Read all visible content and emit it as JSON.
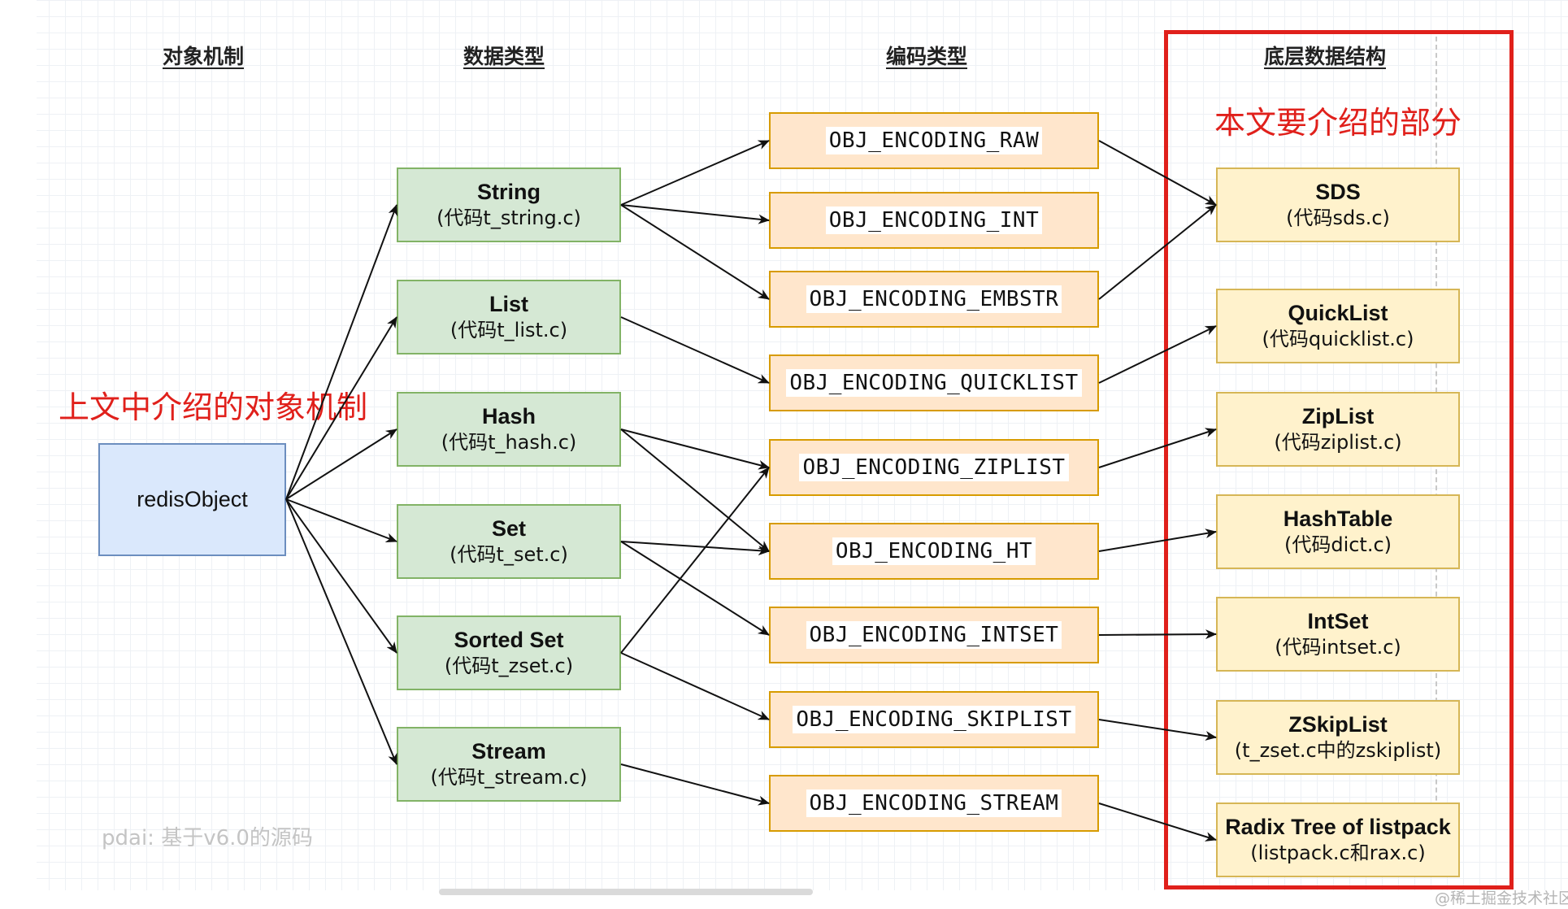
{
  "column_headers": {
    "object": "对象机制",
    "data_type": "数据类型",
    "encoding": "编码类型",
    "structure": "底层数据结构"
  },
  "notes": {
    "object_mechanism": "上文中介绍的对象机制",
    "this_article": "本文要介绍的部分"
  },
  "redis_object": {
    "label": "redisObject"
  },
  "data_types": [
    {
      "id": "string",
      "name": "String",
      "source": "(代码t_string.c)"
    },
    {
      "id": "list",
      "name": "List",
      "source": "(代码t_list.c)"
    },
    {
      "id": "hash",
      "name": "Hash",
      "source": "(代码t_hash.c)"
    },
    {
      "id": "set",
      "name": "Set",
      "source": "(代码t_set.c)"
    },
    {
      "id": "zset",
      "name": "Sorted Set",
      "source": "(代码t_zset.c)"
    },
    {
      "id": "stream",
      "name": "Stream",
      "source": "(代码t_stream.c)"
    }
  ],
  "encodings": [
    {
      "id": "raw",
      "label": "OBJ_ENCODING_RAW"
    },
    {
      "id": "int",
      "label": "OBJ_ENCODING_INT"
    },
    {
      "id": "embstr",
      "label": "OBJ_ENCODING_EMBSTR"
    },
    {
      "id": "quicklist",
      "label": "OBJ_ENCODING_QUICKLIST"
    },
    {
      "id": "ziplist",
      "label": "OBJ_ENCODING_ZIPLIST"
    },
    {
      "id": "ht",
      "label": "OBJ_ENCODING_HT"
    },
    {
      "id": "intset",
      "label": "OBJ_ENCODING_INTSET"
    },
    {
      "id": "skiplist",
      "label": "OBJ_ENCODING_SKIPLIST"
    },
    {
      "id": "stream",
      "label": "OBJ_ENCODING_STREAM"
    }
  ],
  "structures": [
    {
      "id": "sds",
      "name": "SDS",
      "source": "(代码sds.c)"
    },
    {
      "id": "quicklist",
      "name": "QuickList",
      "source": "(代码quicklist.c)"
    },
    {
      "id": "ziplist",
      "name": "ZipList",
      "source": "(代码ziplist.c)"
    },
    {
      "id": "hashtable",
      "name": "HashTable",
      "source": "(代码dict.c)"
    },
    {
      "id": "intset",
      "name": "IntSet",
      "source": "(代码intset.c)"
    },
    {
      "id": "zskiplist",
      "name": "ZSkipList",
      "source": "(t_zset.c中的zskiplist)"
    },
    {
      "id": "radix",
      "name": "Radix Tree of listpack",
      "source": "(listpack.c和rax.c)"
    }
  ],
  "edges": {
    "object_to_type": [
      "string",
      "list",
      "hash",
      "set",
      "zset",
      "stream"
    ],
    "type_to_encoding": [
      [
        "string",
        "raw"
      ],
      [
        "string",
        "int"
      ],
      [
        "string",
        "embstr"
      ],
      [
        "list",
        "quicklist"
      ],
      [
        "hash",
        "ziplist"
      ],
      [
        "hash",
        "ht"
      ],
      [
        "set",
        "ht"
      ],
      [
        "set",
        "intset"
      ],
      [
        "zset",
        "ziplist"
      ],
      [
        "zset",
        "skiplist"
      ],
      [
        "stream",
        "stream"
      ]
    ],
    "encoding_to_structure": [
      [
        "raw",
        "sds"
      ],
      [
        "embstr",
        "sds"
      ],
      [
        "quicklist",
        "quicklist"
      ],
      [
        "ziplist",
        "ziplist"
      ],
      [
        "ht",
        "hashtable"
      ],
      [
        "intset",
        "intset"
      ],
      [
        "skiplist",
        "zskiplist"
      ],
      [
        "stream",
        "radix"
      ]
    ]
  },
  "watermark": "pdai: 基于v6.0的源码",
  "credit": "@稀土掘金技术社区",
  "colors": {
    "type_fill": "#d5e8d4",
    "type_border": "#82b366",
    "object_fill": "#dae8fc",
    "object_border": "#6c8ebf",
    "encoding_fill": "#ffe6cc",
    "encoding_border": "#d79b00",
    "structure_fill": "#fff2cc",
    "structure_border": "#d6b656",
    "highlight_red": "#e0201b",
    "arrow": "#111111"
  }
}
